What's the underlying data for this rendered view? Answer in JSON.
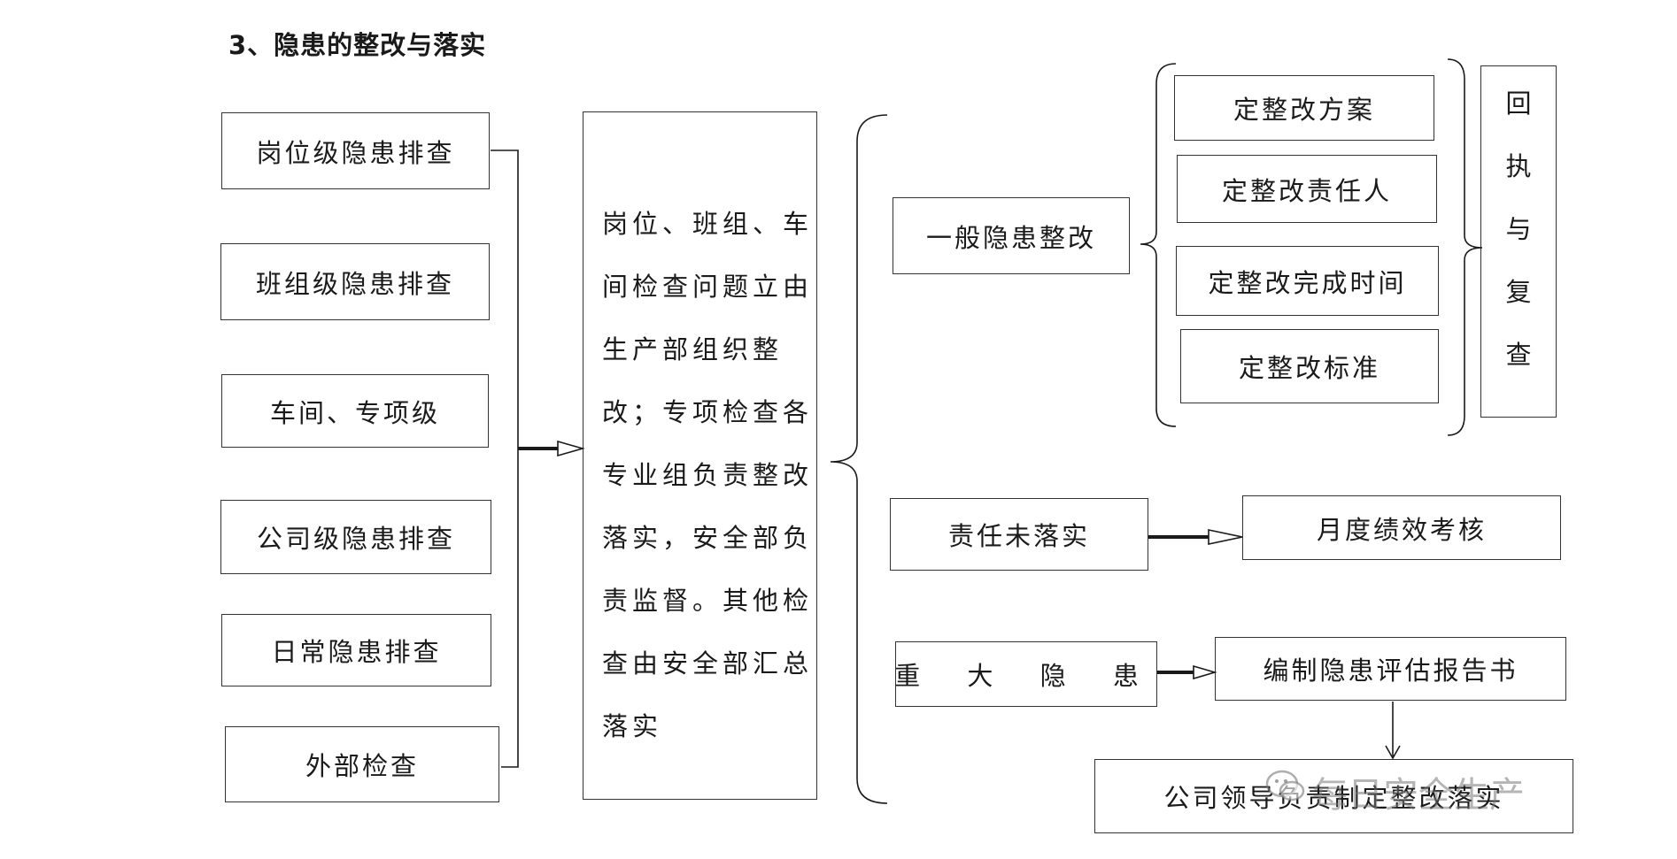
{
  "title": "3、隐患的整改与落实",
  "left_items": [
    "岗位级隐患排查",
    "班组级隐患排查",
    "车间、专项级",
    "公司级隐患排查",
    "日常隐患排查",
    "外部检查"
  ],
  "center_text_lines": [
    "岗位、班组、车",
    "间检查问题立由",
    "生产部组织整",
    "改；专项检查各",
    "专业组负责整改",
    "落实，安全部负",
    "责监督。其他检",
    "查由安全部汇总",
    "落实"
  ],
  "general": {
    "label": "一般隐患整改",
    "items": [
      "定整改方案",
      "定整改责任人",
      "定整改完成时间",
      "定整改标准"
    ],
    "review": [
      "回",
      "执",
      "与",
      "复",
      "查"
    ]
  },
  "responsibility": {
    "label": "责任未落实",
    "result": "月度绩效考核"
  },
  "major": {
    "label": "重 大 隐 患",
    "step1": "编制隐患评估报告书",
    "step2": "公司领导负责制定整改落实"
  },
  "watermark": "每日安全生产"
}
